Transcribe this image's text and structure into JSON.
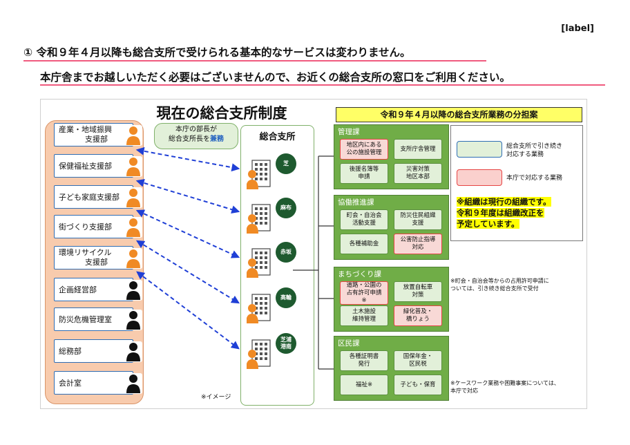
{
  "page": {
    "ref_label": "[label]",
    "line1": "① 令和９年４月以降も総合支所で受けられる基本的なサービスは変わりません。",
    "line2": "本庁舎までお越しいただく必要はございませんので、お近くの総合支所の窓口をご利用ください。"
  },
  "diagram": {
    "title": "現在の総合支所制度",
    "image_note": "※イメージ",
    "honcho": {
      "title": "本庁",
      "departments": [
        {
          "line1": "産業・地域振興",
          "line2": "支援部",
          "icon": "orange-person-icon"
        },
        {
          "line1": "保健福祉支援部",
          "line2": "",
          "icon": "orange-person-icon"
        },
        {
          "line1": "子ども家庭支援部",
          "line2": "",
          "icon": "orange-person-icon"
        },
        {
          "line1": "街づくり支援部",
          "line2": "",
          "icon": "orange-person-icon"
        },
        {
          "line1": "環境リサイクル",
          "line2": "支援部",
          "icon": "orange-person-icon"
        },
        {
          "line1": "企画経営部",
          "line2": "",
          "icon": "black-person-icon"
        },
        {
          "line1": "防災危機管理室",
          "line2": "",
          "icon": "black-person-icon"
        },
        {
          "line1": "総務部",
          "line2": "",
          "icon": "black-person-icon"
        },
        {
          "line1": "会計室",
          "line2": "",
          "icon": "black-person-icon"
        }
      ]
    },
    "bubble": {
      "line1": "本庁の部長が",
      "line2_pre": "総合支所長を",
      "line2_emph": "兼務"
    },
    "branches": {
      "title": "総合支所",
      "names": [
        "芝",
        "麻布",
        "赤坂",
        "高輪",
        "芝浦\n港南"
      ]
    },
    "plan": {
      "title": "令和９年４月以降の総合支所業務の分担案",
      "sections": [
        {
          "title": "管理課",
          "tasks": [
            {
              "text": "地区内にある\n公の施設管理",
              "type": "red"
            },
            {
              "text": "支所庁舎管理",
              "type": "green"
            },
            {
              "text": "後援名簿等\n申請",
              "type": "green"
            },
            {
              "text": "災害対策\n地区本部",
              "type": "green"
            }
          ]
        },
        {
          "title": "協働推進課",
          "tasks": [
            {
              "text": "町会・自治会\n活動支援",
              "type": "green"
            },
            {
              "text": "防災住民組織\n支援",
              "type": "green"
            },
            {
              "text": "各種補助金",
              "type": "green"
            },
            {
              "text": "公害防止指導\n対応",
              "type": "red"
            }
          ]
        },
        {
          "title": "まちづくり課",
          "tasks": [
            {
              "text": "道路・公園の\n占有許可申請\n※",
              "type": "red"
            },
            {
              "text": "放置自転車\n対策",
              "type": "green"
            },
            {
              "text": "土木施設\n維持管理",
              "type": "green"
            },
            {
              "text": "緑化普及・\n橋りょう",
              "type": "red"
            }
          ]
        },
        {
          "title": "区民課",
          "tasks": [
            {
              "text": "各種証明書\n発行",
              "type": "green"
            },
            {
              "text": "国保年金・\n区民税",
              "type": "green"
            },
            {
              "text": "福祉※",
              "type": "green"
            },
            {
              "text": "子ども・保育",
              "type": "green"
            }
          ]
        }
      ],
      "legend": {
        "green_text": "総合支所で引き続き\n対応する業務",
        "red_text": "本庁で対応する業務",
        "note_line1": "※組織は現行の組織です。",
        "note_line2": "令和９年度は組織改正を",
        "note_line3": "予定しています。"
      },
      "side_note_1": "※町会・自治会等からの占用許可申請に\nついては、引き続き総合支所で受付",
      "side_note_2": "※ケースワーク業務や困難事案については、\n本庁で対応"
    },
    "colors": {
      "honcho_bg": "#f8cbad",
      "section_green": "#70ad47",
      "task_green": "#e2f0d9",
      "task_red_border": "#e64343",
      "link_blue": "#1f3fd6",
      "branch_badge": "#1e5a2f",
      "orange_person": "#f08a24"
    }
  }
}
